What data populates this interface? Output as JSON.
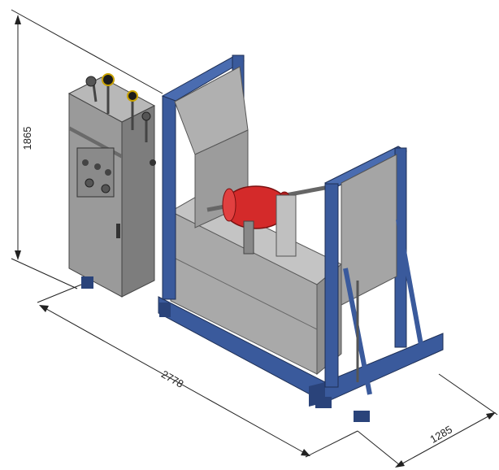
{
  "dimensions": {
    "height": "1865",
    "length": "2778",
    "depth": "1285"
  },
  "colors": {
    "frame_blue": "#3a5a9c",
    "frame_blue_dark": "#2a437a",
    "cabinet_gray": "#9a9a9a",
    "cabinet_gray_dark": "#7d7d7d",
    "panel_gray": "#b5b5b5",
    "tank_gray": "#a9a9a9",
    "part_red": "#d42a2a",
    "dimension_line": "#222222"
  },
  "components": {
    "control_cabinet": "control-cabinet",
    "test_bench_frame": "test-bench-frame",
    "test_specimen": "red-cylinder-specimen",
    "shield_panels": "shield-panels"
  }
}
